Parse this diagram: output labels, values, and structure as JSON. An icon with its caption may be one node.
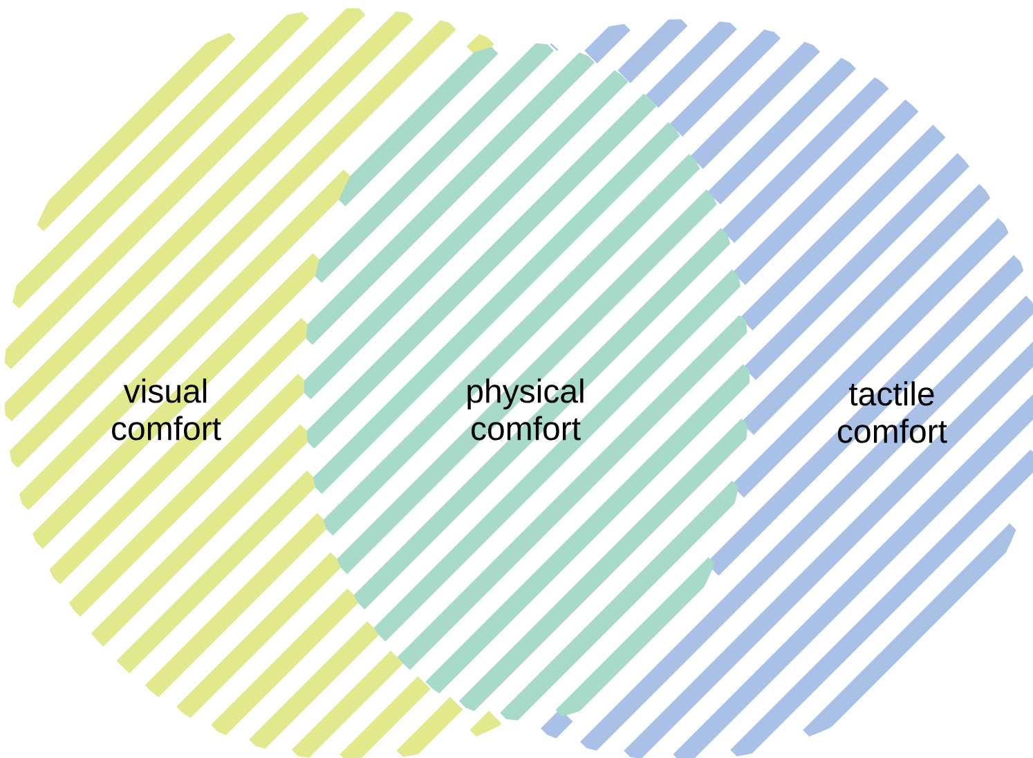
{
  "diagram": {
    "nodes": [
      {
        "text": [
          "visual comfort"
        ]
      },
      {
        "text": [
          "physical comfort"
        ]
      },
      {
        "text": [
          "tactile comfort"
        ]
      }
    ]
  }
}
